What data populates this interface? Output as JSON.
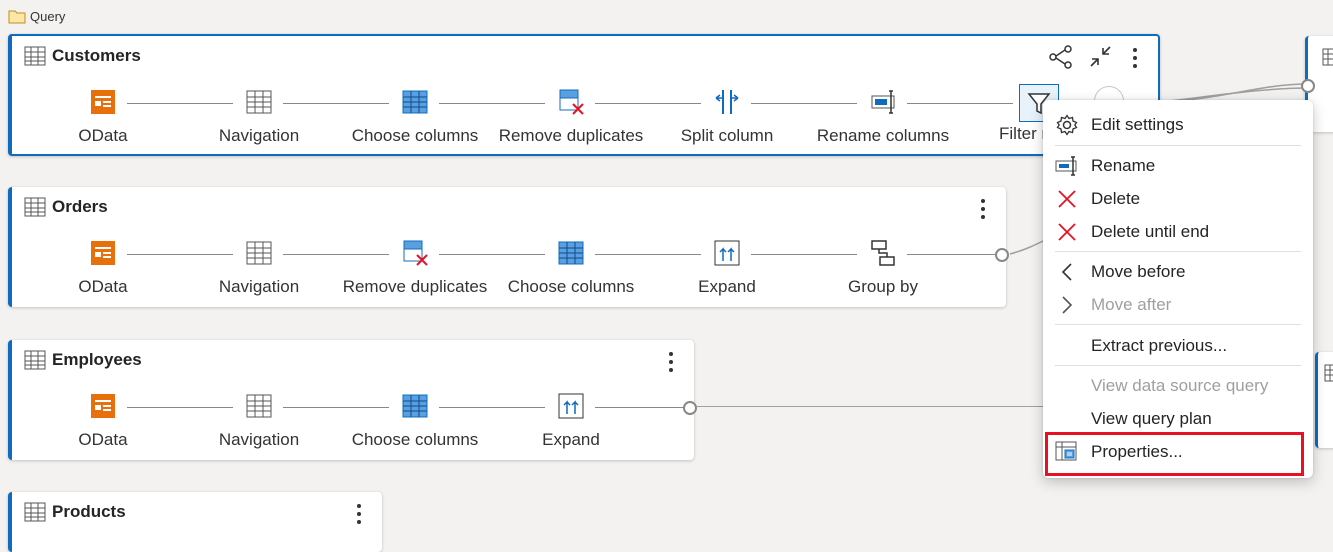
{
  "breadcrumb": {
    "label": "Query"
  },
  "queries": [
    {
      "title": "Customers",
      "steps": [
        "OData",
        "Navigation",
        "Choose columns",
        "Remove duplicates",
        "Split column",
        "Rename columns",
        "Filter r"
      ]
    },
    {
      "title": "Orders",
      "steps": [
        "OData",
        "Navigation",
        "Remove duplicates",
        "Choose columns",
        "Expand",
        "Group by"
      ]
    },
    {
      "title": "Employees",
      "steps": [
        "OData",
        "Navigation",
        "Choose columns",
        "Expand"
      ]
    },
    {
      "title": "Products"
    }
  ],
  "menu": {
    "items": [
      {
        "label": "Edit settings"
      },
      {
        "label": "Rename"
      },
      {
        "label": "Delete"
      },
      {
        "label": "Delete until end"
      },
      {
        "label": "Move before"
      },
      {
        "label": "Move after"
      },
      {
        "label": "Extract previous..."
      },
      {
        "label": "View data source query"
      },
      {
        "label": "View query plan"
      },
      {
        "label": "Properties..."
      }
    ]
  },
  "colors": {
    "accent": "#0f6cbd",
    "odata": "#e8700b",
    "delete": "#e81123",
    "highlight": "#e81123"
  }
}
